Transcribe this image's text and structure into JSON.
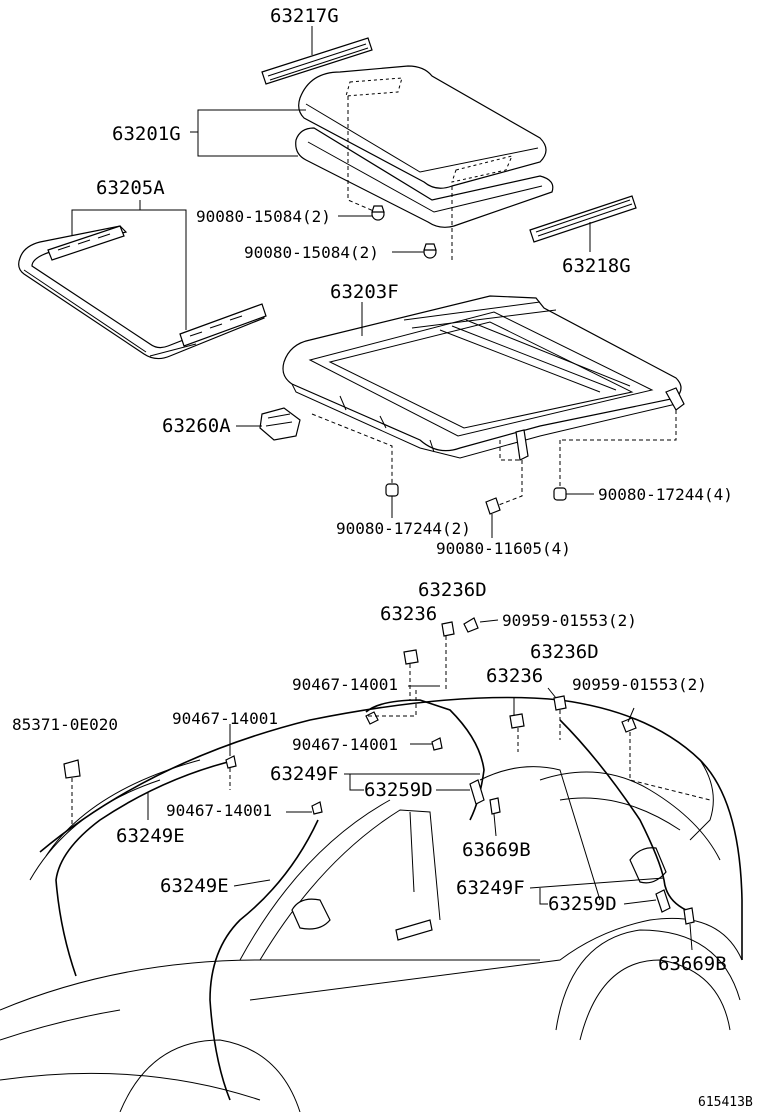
{
  "labels": {
    "p63217G": "63217G",
    "p63201G": "63201G",
    "p63205A": "63205A",
    "p90080_15084_a": "90080-15084(2)",
    "p90080_15084_b": "90080-15084(2)",
    "p63218G": "63218G",
    "p63203F": "63203F",
    "p63260A": "63260A",
    "p90080_17244_a": "90080-17244(2)",
    "p90080_17244_b": "90080-17244(4)",
    "p90080_11605": "90080-11605(4)",
    "p63236D_a": "63236D",
    "p63236_a": "63236",
    "p90959_01553_a": "90959-01553(2)",
    "p63236D_b": "63236D",
    "p63236_b": "63236",
    "p90959_01553_b": "90959-01553(2)",
    "p90467_14001_a": "90467-14001",
    "p85371_0E020": "85371-0E020",
    "p90467_14001_b": "90467-14001",
    "p90467_14001_c": "90467-14001",
    "p63249F_a": "63249F",
    "p63259D_a": "63259D",
    "p90467_14001_d": "90467-14001",
    "p63249E_a": "63249E",
    "p63669B_a": "63669B",
    "p63249E_b": "63249E",
    "p63249F_b": "63249F",
    "p63259D_b": "63259D",
    "p63669B_b": "63669B",
    "figure_id": "615413B"
  }
}
